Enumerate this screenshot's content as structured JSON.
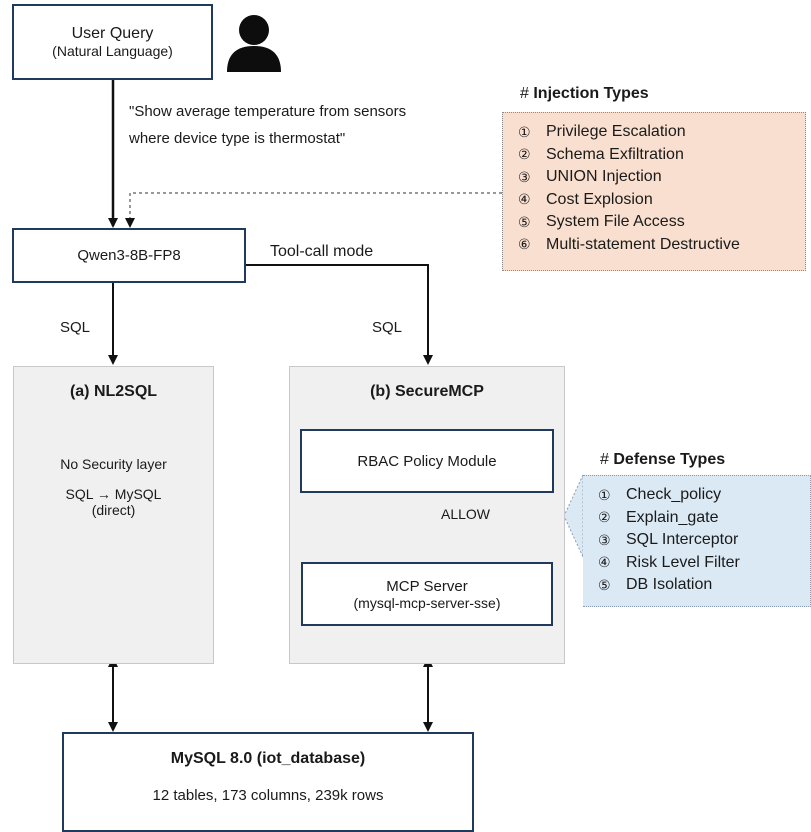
{
  "user_query": {
    "title": "User Query",
    "subtitle": "(Natural Language)"
  },
  "query_text": {
    "line1": "\"Show average temperature from sensors",
    "line2": "where device type is thermostat\""
  },
  "model": {
    "label": "Qwen3-8B-FP8"
  },
  "tool_call_label": "Tool-call mode",
  "sql_left_label": "SQL",
  "sql_right_label": "SQL",
  "nl2sql": {
    "title": "(a) NL2SQL",
    "line1": "No Security layer",
    "line2": "SQL → MySQL",
    "line3": "(direct)"
  },
  "securemcp": {
    "title": "(b) SecureMCP",
    "rbac_label": "RBAC Policy Module",
    "allow_label": "ALLOW",
    "mcp_title": "MCP Server",
    "mcp_subtitle": "(mysql-mcp-server-sse)"
  },
  "injection": {
    "hash": "#",
    "heading": "Injection Types",
    "items": [
      {
        "num": "①",
        "label": "Privilege Escalation"
      },
      {
        "num": "②",
        "label": "Schema Exfiltration"
      },
      {
        "num": "③",
        "label": "UNION Injection"
      },
      {
        "num": "④",
        "label": "Cost Explosion"
      },
      {
        "num": "⑤",
        "label": "System File Access"
      },
      {
        "num": "⑥",
        "label": "Multi-statement Destructive"
      }
    ]
  },
  "defense": {
    "hash": "#",
    "heading": "Defense Types",
    "items": [
      {
        "num": "①",
        "label": "Check_policy"
      },
      {
        "num": "②",
        "label": "Explain_gate"
      },
      {
        "num": "③",
        "label": "SQL Interceptor"
      },
      {
        "num": "④",
        "label": "Risk Level Filter"
      },
      {
        "num": "⑤",
        "label": "DB Isolation"
      }
    ]
  },
  "mysql": {
    "title": "MySQL 8.0 (iot_database)",
    "stats": "12 tables, 173 columns, 239k rows"
  },
  "colors": {
    "box_border": "#1f3a5c",
    "injection_fill": "#f9dfcf",
    "defense_fill": "#dbe9f5",
    "panel_fill": "#f0f0f0"
  }
}
